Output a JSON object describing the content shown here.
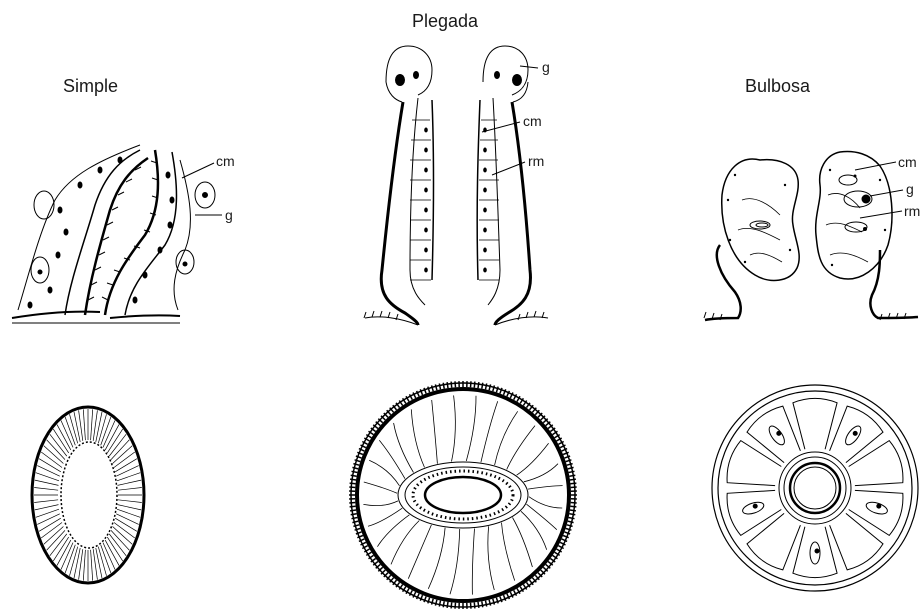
{
  "titles": {
    "simple": "Simple",
    "plegada": "Plegada",
    "bulbosa": "Bulbosa"
  },
  "labels": {
    "simple_cm": "cm",
    "simple_g": "g",
    "plegada_g": "g",
    "plegada_cm": "cm",
    "plegada_rm": "rm",
    "bulbosa_cm": "cm",
    "bulbosa_g": "g",
    "bulbosa_rm": "rm"
  },
  "colors": {
    "ink": "#000000",
    "background": "#ffffff"
  }
}
